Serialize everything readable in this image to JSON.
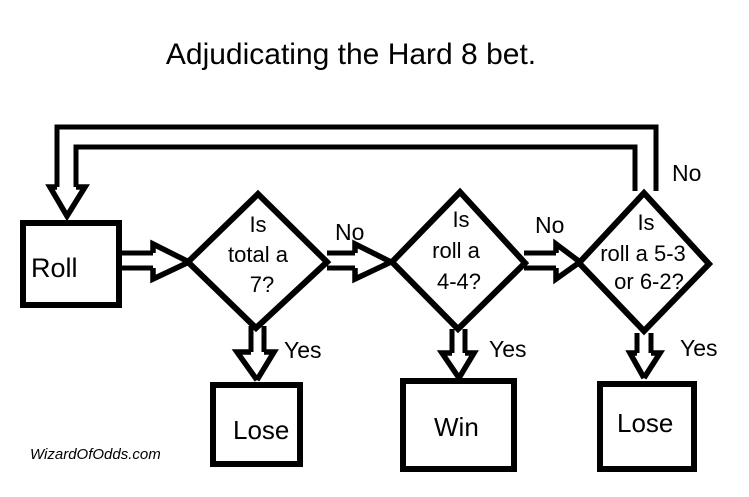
{
  "title": "Adjudicating the Hard 8 bet.",
  "watermark": "WizardOfOdds.com",
  "colors": {
    "ink": "#000000",
    "background": "#ffffff"
  },
  "nodes": {
    "roll": {
      "label": "Roll"
    },
    "decision_total_7": {
      "line1": "Is",
      "line2": "total a",
      "line3": "7?"
    },
    "decision_roll_44": {
      "line1": "Is",
      "line2": "roll a",
      "line3": "4-4?"
    },
    "decision_roll_53_62": {
      "line1": "Is",
      "line2": "roll a 5-3",
      "line3": "or 6-2?"
    },
    "lose_after_7": {
      "label": "Lose"
    },
    "win_after_44": {
      "label": "Win"
    },
    "lose_after_53_62": {
      "label": "Lose"
    }
  },
  "edge_labels": {
    "no_after_7": "No",
    "no_after_44": "No",
    "no_loop_back": "No",
    "yes_after_7": "Yes",
    "yes_after_44": "Yes",
    "yes_after_53_62": "Yes"
  }
}
